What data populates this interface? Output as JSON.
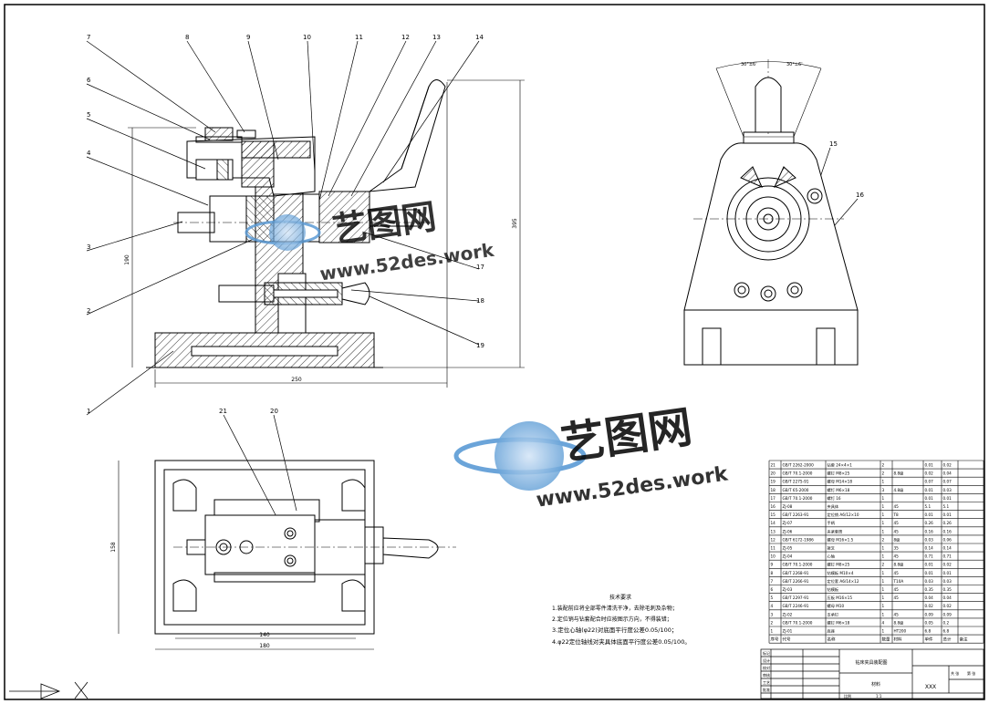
{
  "balloons": {
    "b1": "1",
    "b2": "2",
    "b3": "3",
    "b4": "4",
    "b5": "5",
    "b6": "6",
    "b7": "7",
    "b8": "8",
    "b9": "9",
    "b10": "10",
    "b11": "11",
    "b12": "12",
    "b13": "13",
    "b14": "14",
    "b15": "15",
    "b16": "16",
    "b17": "17",
    "b18": "18",
    "b19": "19",
    "b20": "20",
    "b21": "21"
  },
  "dimensions": {
    "front_width": "250",
    "front_height_right": "395",
    "front_height_left": "190",
    "top_width_outer": "180",
    "top_width_inner": "140",
    "top_height": "158",
    "angle_left": "30°±6'",
    "angle_right": "30°±6'"
  },
  "watermark": {
    "cn": "艺图网",
    "url": "www.52des.work"
  },
  "notes": {
    "title": "技术要求",
    "items": [
      "1.装配前应将全部零件清洗干净，去除毛刺及杂物；",
      "2.定位销与钻套配合时应按图示方向，不得装错；",
      "3.定位心轴(φ22)对底面平行度公差0.05/100；",
      "4.φ22定位轴线对夹具体底面平行度公差0.05/100。"
    ]
  },
  "bom": {
    "rows": [
      [
        "21",
        "GB/T 2262-2000",
        "钻套 24×4×1",
        "2",
        "",
        "0.01",
        "0.02"
      ],
      [
        "20",
        "GB/T 70.1-2000",
        "螺钉 M8×25",
        "2",
        "8.8级",
        "0.02",
        "0.04"
      ],
      [
        "19",
        "GB/T 2275-91",
        "螺母 M14×18",
        "1",
        "",
        "0.07",
        "0.07"
      ],
      [
        "18",
        "GB/T 65-2000",
        "螺钉 M6×18",
        "3",
        "4.8级",
        "0.01",
        "0.03"
      ],
      [
        "17",
        "GB/T 70.1-2000",
        "螺钉 16",
        "1",
        "",
        "0.01",
        "0.01"
      ],
      [
        "16",
        "ZJ-08",
        "夹具体",
        "1",
        "45",
        "5.1",
        "5.1"
      ],
      [
        "15",
        "GB/T 2263-91",
        "定位销 A6/12×10",
        "1",
        "T8",
        "0.01",
        "0.01"
      ],
      [
        "14",
        "ZJ-07",
        "手柄",
        "1",
        "45",
        "0.26",
        "0.26"
      ],
      [
        "13",
        "ZJ-06",
        "夹紧套筒",
        "1",
        "45",
        "0.16",
        "0.16"
      ],
      [
        "12",
        "GB/T 6172-1986",
        "螺母 M16×1.5",
        "2",
        "8级",
        "0.03",
        "0.06"
      ],
      [
        "11",
        "ZJ-05",
        "拨叉",
        "1",
        "35",
        "0.14",
        "0.14"
      ],
      [
        "10",
        "ZJ-04",
        "心轴",
        "1",
        "45",
        "0.71",
        "0.71"
      ],
      [
        "9",
        "GB/T 70.1-2000",
        "螺钉 M8×25",
        "2",
        "8.8级",
        "0.01",
        "0.02"
      ],
      [
        "8",
        "GB/T 2268-91",
        "钻模板 M10×4",
        "1",
        "45",
        "0.01",
        "0.01"
      ],
      [
        "7",
        "GB/T 2266-91",
        "定位套 A6/14×12",
        "1",
        "T10A",
        "0.03",
        "0.03"
      ],
      [
        "6",
        "ZJ-03",
        "钻模板",
        "1",
        "45",
        "0.35",
        "0.35"
      ],
      [
        "5",
        "GB/T 2297-91",
        "压板 M16×15",
        "1",
        "45",
        "0.04",
        "0.04"
      ],
      [
        "4",
        "GB/T 2246-91",
        "螺母 M10",
        "1",
        "",
        "0.02",
        "0.02"
      ],
      [
        "3",
        "ZJ-02",
        "支承钉",
        "1",
        "45",
        "0.09",
        "0.09"
      ],
      [
        "2",
        "GB/T 70.1-2000",
        "螺钉 M6×18",
        "4",
        "8.8级",
        "0.05",
        "0.2"
      ],
      [
        "1",
        "ZJ-01",
        "底座",
        "1",
        "HT200",
        "6.8",
        "6.8"
      ]
    ],
    "header": [
      "序号",
      "代号",
      "名称",
      "数量",
      "材料",
      "单件",
      "总计",
      "备注"
    ],
    "weight_label": "重量",
    "title_cell": "钻床夹具装配图",
    "sheet_label": "共 张",
    "sheet_of": "第 张",
    "scale_label": "比例",
    "scale_value": "1:1",
    "weight_block": "重量",
    "material_label": "材料",
    "drawing_no": "XXX",
    "title_rows": [
      "标记",
      "设计",
      "校对",
      "审核",
      "工艺",
      "批准"
    ]
  }
}
